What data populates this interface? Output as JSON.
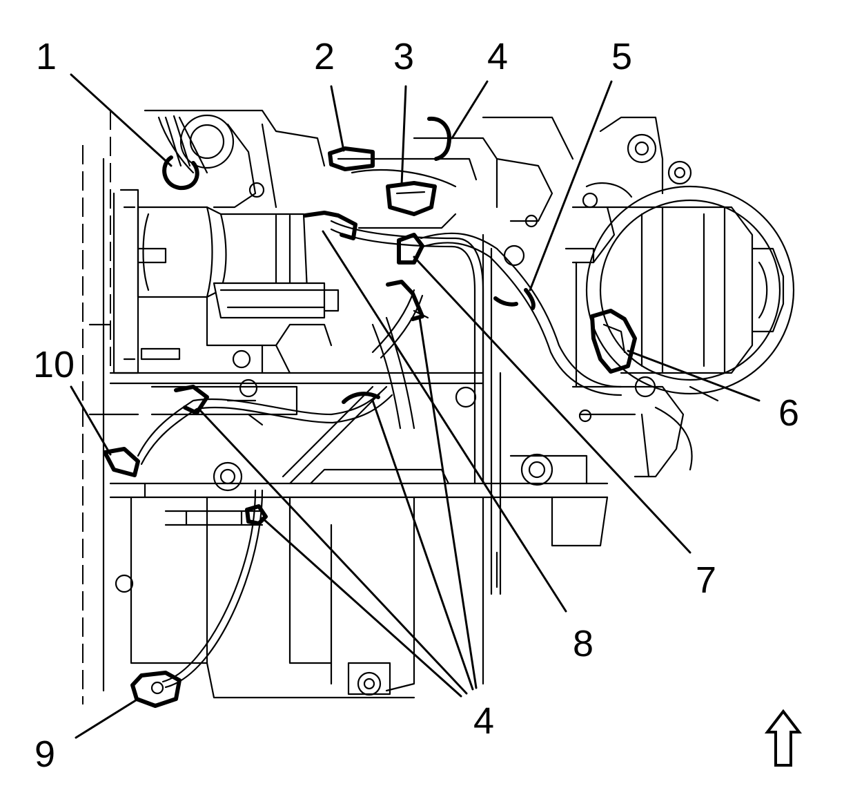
{
  "callouts": [
    {
      "label": "1"
    },
    {
      "label": "2"
    },
    {
      "label": "3"
    },
    {
      "label": "4"
    },
    {
      "label": "5"
    },
    {
      "label": "6"
    },
    {
      "label": "7"
    },
    {
      "label": "8"
    },
    {
      "label": "10"
    },
    {
      "label": "4"
    },
    {
      "label": "9"
    }
  ],
  "view_direction_icon": "up-arrow-icon"
}
